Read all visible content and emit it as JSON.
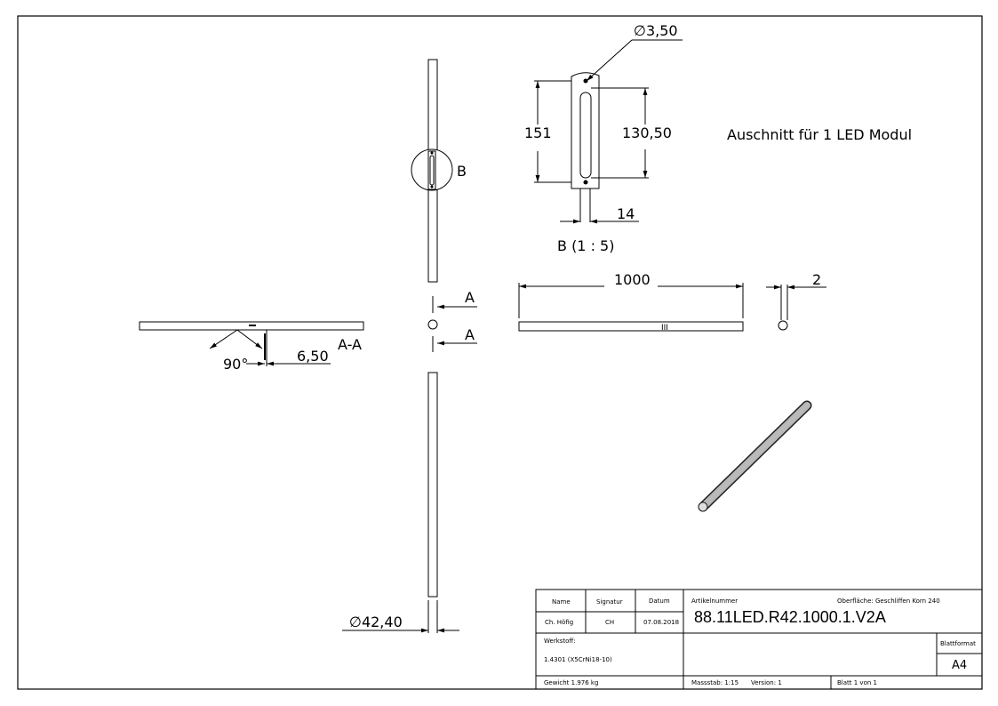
{
  "drawing": {
    "note": "Auschnitt für 1 LED Modul",
    "detail_label": "B (1 : 5)",
    "detail_circle_label": "B",
    "section_label": "A-A",
    "section_arrow_top": "A",
    "section_arrow_bottom": "A",
    "dimensions": {
      "hole_diameter": "3,50",
      "height_151": "151",
      "height_130": "130,50",
      "width_14": "14",
      "length": "1000",
      "wall": "2",
      "angle": "90°",
      "offset": "6,50",
      "tube_diameter": "42,40"
    },
    "diameter_symbol": "∅",
    "center_marks": "III"
  },
  "title_block": {
    "name_header": "Name",
    "signatur_header": "Signatur",
    "datum_header": "Datum",
    "name": "Ch. Höfig",
    "signatur": "CH",
    "datum": "07.08.2018",
    "artikelnummer_label": "Artikelnummer",
    "artikelnummer": "88.11LED.R42.1000.1.V2A",
    "oberflaeche": "Oberfläche:  Geschliffen Korn 240",
    "werkstoff_label": "Werkstoff:",
    "werkstoff": "1.4301 (X5CrNi18-10)",
    "gewicht": "Gewicht 1.976 kg",
    "massstab": "Massstab: 1:15",
    "version": "Version: 1",
    "blatt": "Blatt 1 von 1",
    "blattformat_label": "Blattformat",
    "blattformat": "A4"
  }
}
